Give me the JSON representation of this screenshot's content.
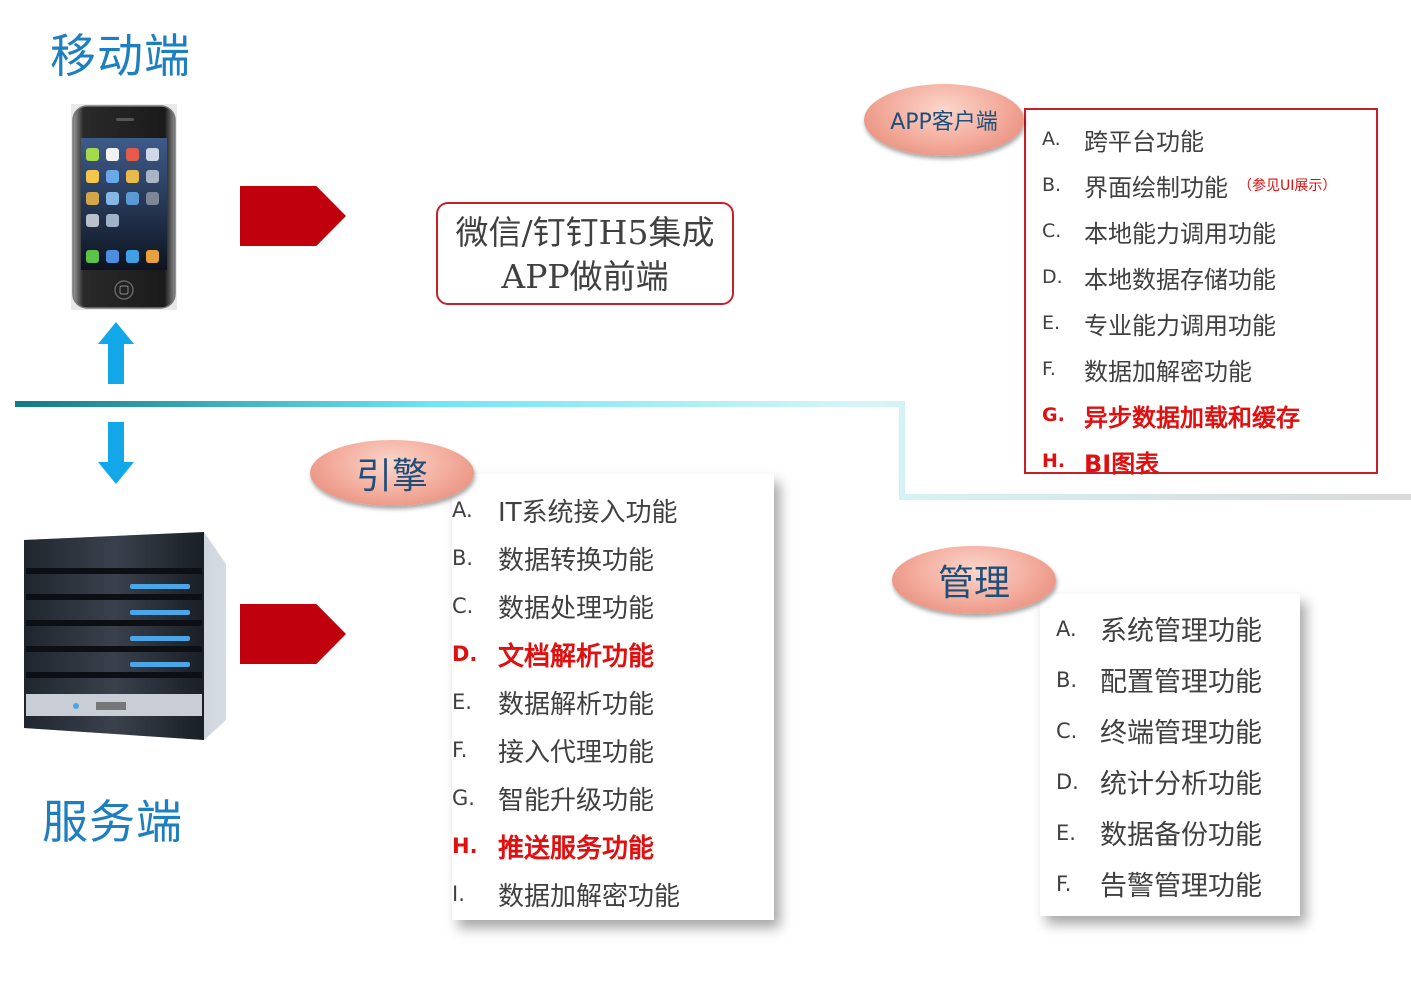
{
  "mobile": {
    "title": "移动端"
  },
  "server": {
    "title": "服务端"
  },
  "h5_box": {
    "line1": "微信/钉钉H5集成",
    "line2": "APP做前端"
  },
  "app_client": {
    "title": "APP客户端",
    "items": [
      {
        "letter": "A.",
        "text": "跨平台功能",
        "note": "",
        "highlight": false
      },
      {
        "letter": "B.",
        "text": "界面绘制功能",
        "note": "（参见UI展示）",
        "highlight": false
      },
      {
        "letter": "C.",
        "text": "本地能力调用功能",
        "note": "",
        "highlight": false
      },
      {
        "letter": "D.",
        "text": "本地数据存储功能",
        "note": "",
        "highlight": false
      },
      {
        "letter": "E.",
        "text": "专业能力调用功能",
        "note": "",
        "highlight": false
      },
      {
        "letter": "F.",
        "text": "数据加解密功能",
        "note": "",
        "highlight": false
      },
      {
        "letter": "G.",
        "text": "异步数据加载和缓存",
        "note": "",
        "highlight": true
      },
      {
        "letter": "H.",
        "text": "BI图表",
        "note": "",
        "highlight": true
      }
    ]
  },
  "engine": {
    "title": "引擎",
    "items": [
      {
        "letter": "A.",
        "text": "IT系统接入功能",
        "highlight": false
      },
      {
        "letter": "B.",
        "text": "数据转换功能",
        "highlight": false
      },
      {
        "letter": "C.",
        "text": "数据处理功能",
        "highlight": false
      },
      {
        "letter": "D.",
        "text": "文档解析功能",
        "highlight": true
      },
      {
        "letter": "E.",
        "text": "数据解析功能",
        "highlight": false
      },
      {
        "letter": "F.",
        "text": "接入代理功能",
        "highlight": false
      },
      {
        "letter": "G.",
        "text": "智能升级功能",
        "highlight": false
      },
      {
        "letter": "H.",
        "text": "推送服务功能",
        "highlight": true
      },
      {
        "letter": "I.",
        "text": "数据加解密功能",
        "highlight": false
      }
    ]
  },
  "management": {
    "title": "管理",
    "items": [
      {
        "letter": "A.",
        "text": "系统管理功能"
      },
      {
        "letter": "B.",
        "text": "配置管理功能"
      },
      {
        "letter": "C.",
        "text": "终端管理功能"
      },
      {
        "letter": "D.",
        "text": "统计分析功能"
      },
      {
        "letter": "E.",
        "text": "数据备份功能"
      },
      {
        "letter": "F.",
        "text": "告警管理功能"
      }
    ]
  },
  "icons": [
    "smartphone-icon",
    "server-icon",
    "arrow-up-icon",
    "arrow-down-icon",
    "arrow-right-icon"
  ],
  "colors": {
    "title_blue": "#1e7fc0",
    "accent_red": "#c0000c",
    "highlight_red": "#e01010",
    "arrow_blue": "#12a7e8",
    "divider_teal": "#1a8a90"
  }
}
